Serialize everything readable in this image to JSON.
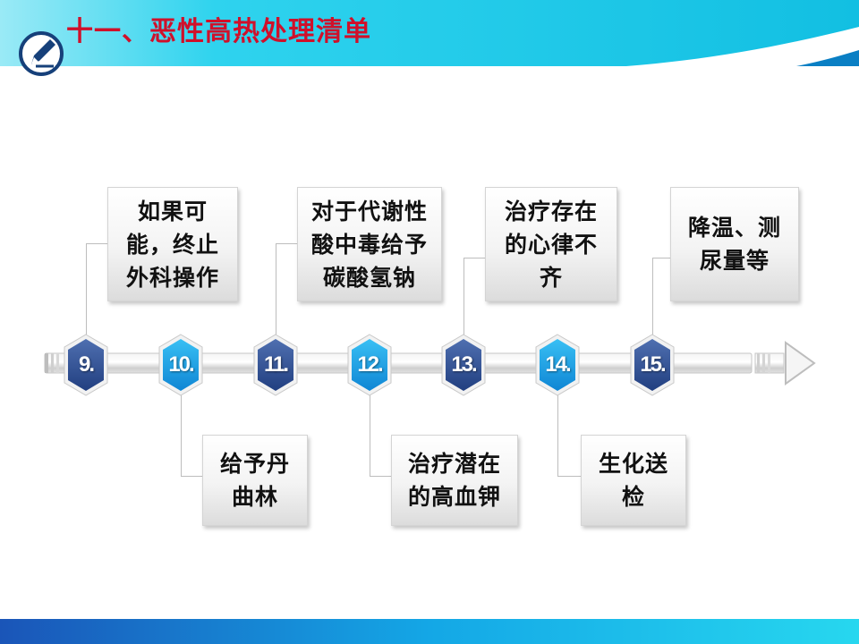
{
  "header": {
    "title": "十一、恶性高热处理清单",
    "logo_icon": "pencil-icon",
    "banner_color": "#19c8e6",
    "title_color": "#d0102a"
  },
  "timeline": {
    "accent_dark": "#2e4f93",
    "accent_light": "#1fa6e6",
    "steps": [
      {
        "number": "9.",
        "text": "如果可能，终止外科操作",
        "lines": [
          "如果可",
          "能，终止",
          "外科操作"
        ],
        "position": "above"
      },
      {
        "number": "10.",
        "text": "给予丹曲林",
        "lines": [
          "给予丹",
          "曲林"
        ],
        "position": "below"
      },
      {
        "number": "11.",
        "text": "对于代谢性酸中毒给予碳酸氢钠",
        "lines": [
          "对于代谢性",
          "酸中毒给予",
          "碳酸氢钠"
        ],
        "position": "above"
      },
      {
        "number": "12.",
        "text": "治疗潜在的高血钾",
        "lines": [
          "治疗潜在",
          "的高血钾"
        ],
        "position": "below"
      },
      {
        "number": "13.",
        "text": "治疗存在的心律不齐",
        "lines": [
          "治疗存在",
          "的心律不",
          "齐"
        ],
        "position": "above"
      },
      {
        "number": "14.",
        "text": "生化送检",
        "lines": [
          "生化送",
          "检"
        ],
        "position": "below"
      },
      {
        "number": "15.",
        "text": "降温、测尿量等",
        "lines": [
          "降温、测",
          "尿量等"
        ],
        "position": "above"
      }
    ]
  }
}
